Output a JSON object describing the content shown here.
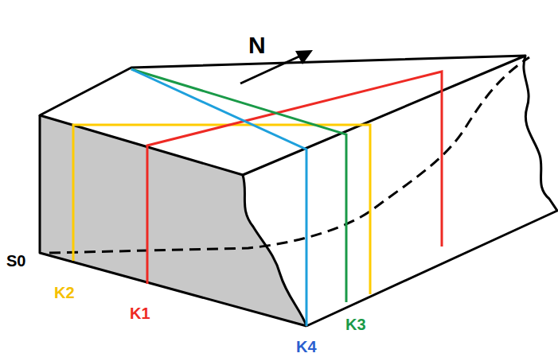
{
  "diagram": {
    "labels": [
      "N",
      "S0",
      "K2",
      "K1",
      "K3",
      "K4"
    ]
  }
}
